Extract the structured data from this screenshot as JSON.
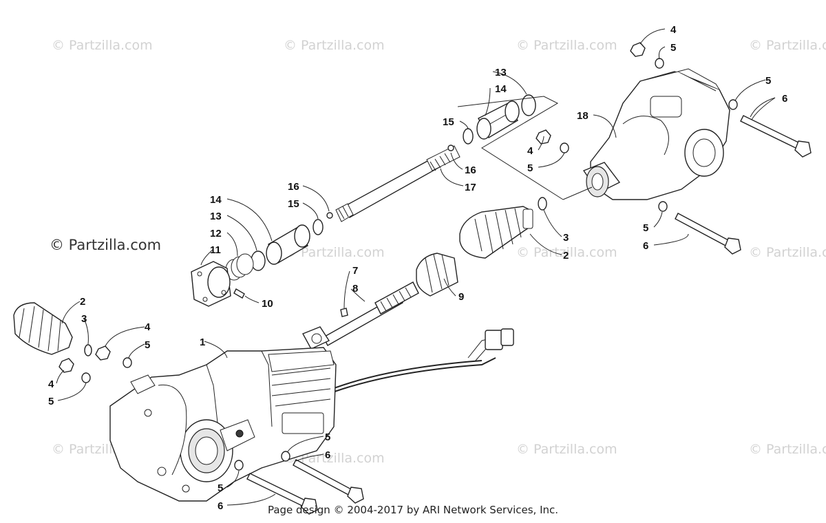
{
  "watermark": "© Partzilla.com",
  "footer": "Page design © 2004-2017 by ARI Network Services, Inc.",
  "callouts": {
    "c1": "1",
    "c2a": "2",
    "c2b": "2",
    "c3a": "3",
    "c3b": "3",
    "c4a": "4",
    "c4b": "4",
    "c4c": "4",
    "c5a": "5",
    "c5b": "5",
    "c5c": "5",
    "c5d": "5",
    "c5e": "5",
    "c5f": "5",
    "c5g": "5",
    "c5h": "5",
    "c6a": "6",
    "c6b": "6",
    "c6c": "6",
    "c6d": "6",
    "c7": "7",
    "c8": "8",
    "c9": "9",
    "c10": "10",
    "c11": "11",
    "c12": "12",
    "c13a": "13",
    "c13b": "13",
    "c14a": "14",
    "c14b": "14",
    "c15a": "15",
    "c15b": "15",
    "c16a": "16",
    "c16b": "16",
    "c17": "17",
    "c18": "18"
  }
}
